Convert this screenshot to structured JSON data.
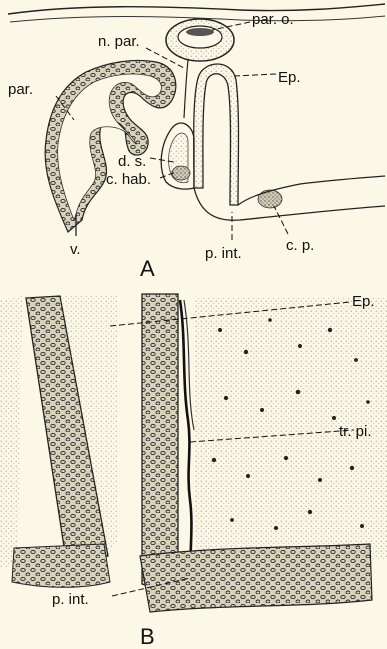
{
  "panels": [
    {
      "id": "A",
      "label": "A"
    },
    {
      "id": "B",
      "label": "B"
    }
  ],
  "labels_a": {
    "par_o": "par. o.",
    "n_par": "n. par.",
    "par": "par.",
    "ep": "Ep.",
    "d_s": "d. s.",
    "c_hab": "c. hab.",
    "p_int": "p. int.",
    "c_p": "c. p.",
    "v": "v."
  },
  "labels_b": {
    "ep": "Ep.",
    "tr_pi": "tr. pi.",
    "p_int": "p. int."
  },
  "colors": {
    "background": "#fbf8e8",
    "ink": "#111111",
    "stipple": "#8a8a7a"
  }
}
